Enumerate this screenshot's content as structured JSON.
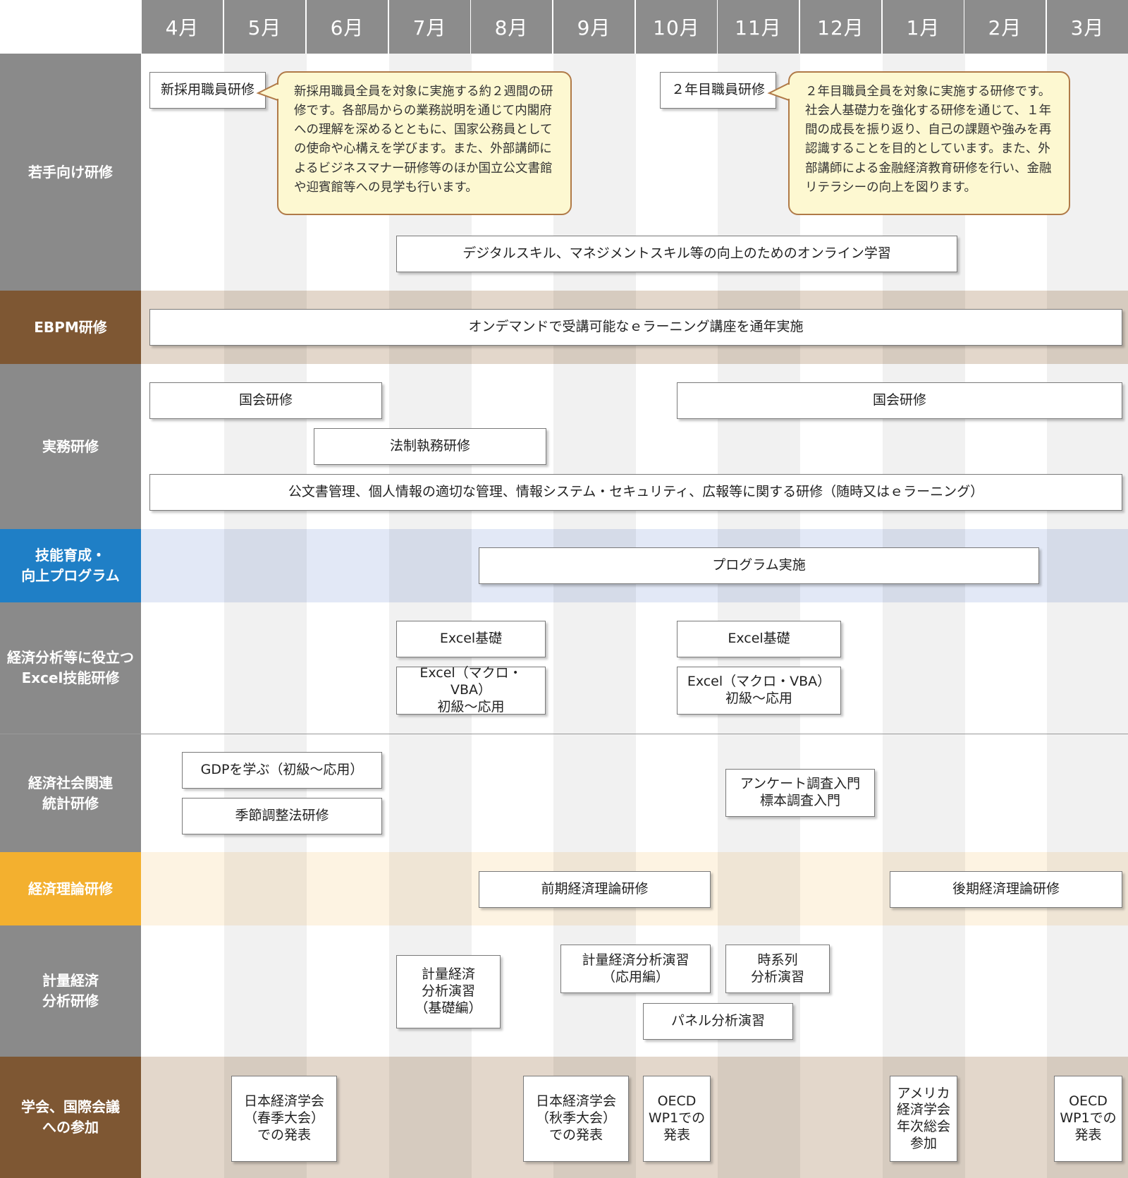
{
  "months": [
    "4月",
    "5月",
    "6月",
    "7月",
    "8月",
    "9月",
    "10月",
    "11月",
    "12月",
    "1月",
    "2月",
    "3月"
  ],
  "colors": {
    "header_bg": "#8c8c8c",
    "label_gray": "#8a8a8a",
    "label_brown": "#7e5733",
    "label_blue": "#1f7fc6",
    "label_orange": "#f3b02f",
    "band_white": "#ffffff",
    "band_tan": "#e3d7cb",
    "band_blue": "#e2e8f6",
    "band_cream": "#fdf3e2",
    "bubble_bg": "#fdf8d1",
    "bubble_border": "#b07a48"
  },
  "rows": [
    {
      "label": "若手向け研修",
      "color": "gray"
    },
    {
      "label": "EBPM研修",
      "color": "brown"
    },
    {
      "label": "実務研修",
      "color": "gray"
    },
    {
      "label": "技能育成・\n向上プログラム",
      "color": "blue"
    },
    {
      "label": "経済分析等に役立つ\nExcel技能研修",
      "color": "gray"
    },
    {
      "label": "経済社会関連\n統計研修",
      "color": "gray"
    },
    {
      "label": "経済理論研修",
      "color": "orange"
    },
    {
      "label": "計量経済\n分析研修",
      "color": "gray"
    },
    {
      "label": "学会、国際会議\nへの参加",
      "color": "brown"
    }
  ],
  "youth": {
    "new_staff": "新採用職員研修",
    "new_staff_desc": "新採用職員全員を対象に実施する約２週間の研修です。各部局からの業務説明を通じて内閣府への理解を深めるとともに、国家公務員としての使命や心構えを学びます。また、外部講師によるビジネスマナー研修等のほか国立公文書館や迎賓館等への見学も行います。",
    "second_year": "２年目職員研修",
    "second_year_desc": "２年目職員全員を対象に実施する研修です。社会人基礎力を強化する研修を通じて、１年間の成長を振り返り、自己の課題や強みを再認識することを目的としています。また、外部講師による金融経済教育研修を行い、金融リテラシーの向上を図ります。",
    "online": "デジタルスキル、マネジメントスキル等の向上のためのオンライン学習"
  },
  "ebpm": {
    "elearning": "オンデマンドで受講可能なｅラーニング講座を通年実施"
  },
  "practical": {
    "diet_1": "国会研修",
    "diet_2": "国会研修",
    "legal": "法制執務研修",
    "misc": "公文書管理、個人情報の適切な管理、情報システム・セキュリティ、広報等に関する研修（随時又はｅラーニング）"
  },
  "skills": {
    "program": "プログラム実施"
  },
  "excel": {
    "basic_1": "Excel基礎",
    "macro_1": "Excel（マクロ・VBA）\n初級～応用",
    "basic_2": "Excel基礎",
    "macro_2": "Excel（マクロ・VBA）\n初級～応用"
  },
  "stats": {
    "gdp": "GDPを学ぶ（初級～応用）",
    "seasonal": "季節調整法研修",
    "survey": "アンケート調査入門\n標本調査入門"
  },
  "theory": {
    "first": "前期経済理論研修",
    "second": "後期経済理論研修"
  },
  "econometrics": {
    "basic": "計量経済\n分析演習\n（基礎編）",
    "applied": "計量経済分析演習\n（応用編）",
    "timeseries": "時系列\n分析演習",
    "panel": "パネル分析演習"
  },
  "conferences": {
    "jea_spring": "日本経済学会\n（春季大会）\nでの発表",
    "jea_autumn": "日本経済学会\n（秋季大会）\nでの発表",
    "oecd_1": "OECD\nWP1での\n発表",
    "aea": "アメリカ\n経済学会\n年次総会\n参加",
    "oecd_2": "OECD\nWP1での\n発表"
  }
}
